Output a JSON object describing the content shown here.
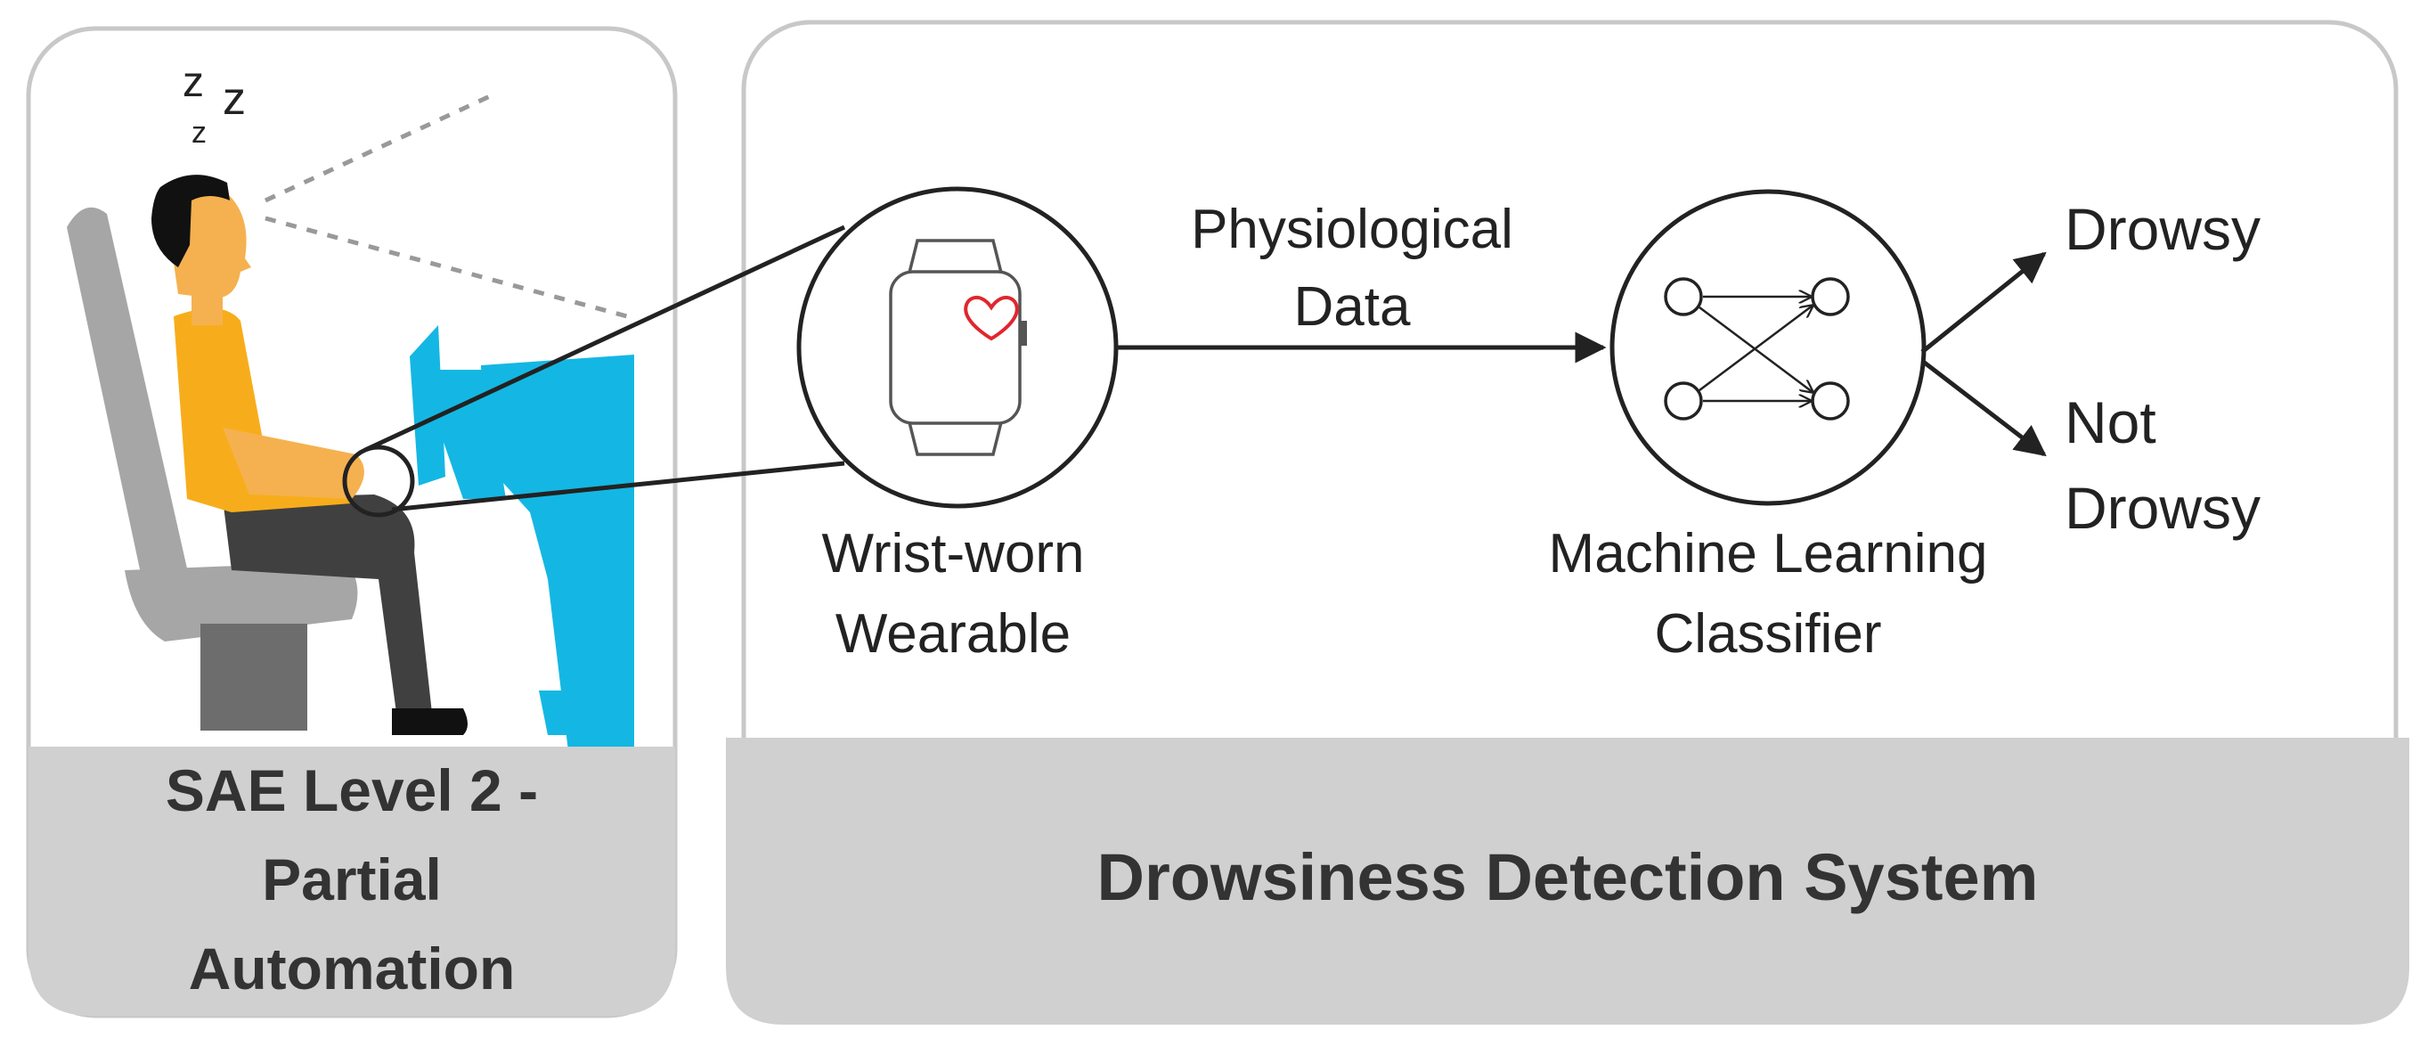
{
  "left_panel": {
    "sleep_z": [
      "z",
      "z",
      "z"
    ],
    "caption_lines": [
      "SAE Level 2 -",
      "Partial",
      "Automation"
    ]
  },
  "right_panel": {
    "caption": "Drowsiness Detection System",
    "wearable_label_lines": [
      "Wrist-worn",
      "Wearable"
    ],
    "edge_label_lines": [
      "Physiological",
      "Data"
    ],
    "classifier_label_lines": [
      "Machine Learning",
      "Classifier"
    ],
    "output_drowsy": "Drowsy",
    "output_not_drowsy_lines": [
      "Not",
      "Drowsy"
    ]
  },
  "colors": {
    "panel_border": "#c8c8c8",
    "caption_bar": "#d0d0d0",
    "accent_cyan": "#14b7e3",
    "skin": "#f5b14f",
    "shirt": "#f7ad1b",
    "seat": "#a6a6a6",
    "pants": "#404040",
    "heart": "#e0262e"
  },
  "icons": [
    "smartwatch-icon",
    "heart-icon",
    "neural-network-icon",
    "driver-illustration"
  ]
}
